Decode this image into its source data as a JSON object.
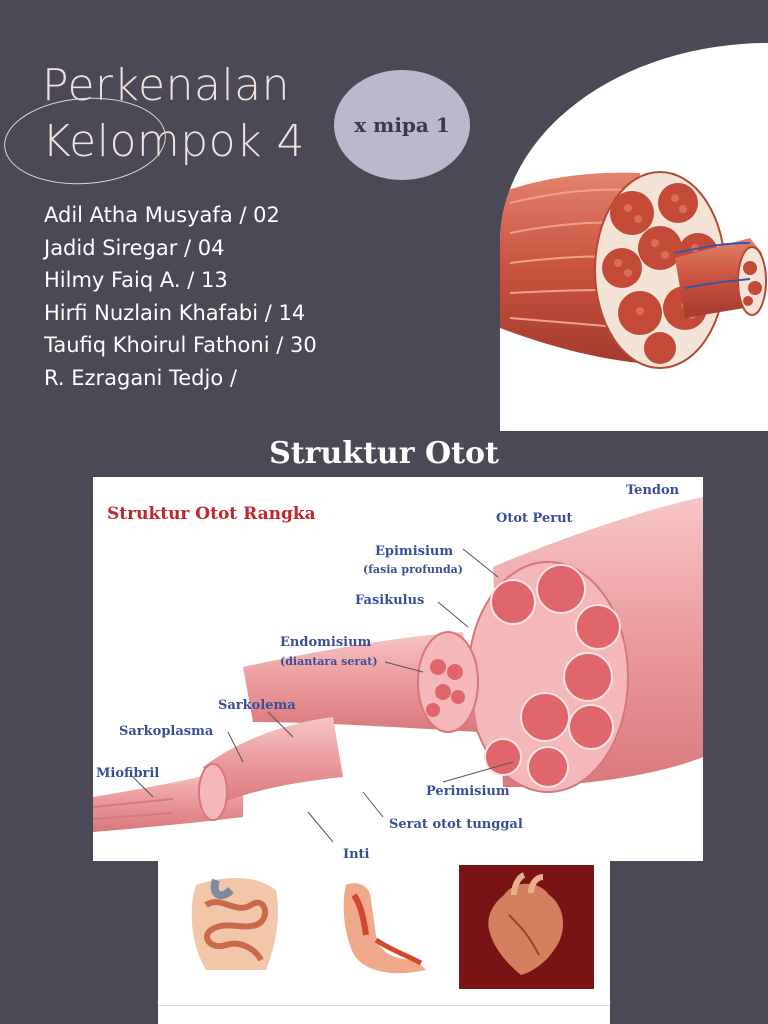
{
  "header": {
    "title_line1": "Perkenalan",
    "title_line2": "Kelompok 4",
    "class_badge": "x mipa 1"
  },
  "members": [
    "Adil Atha Musyafa / 02",
    "Jadid Siregar / 04",
    "Hilmy Faiq A. / 13",
    "Hirfi Nuzlain Khafabi / 14",
    "Taufiq Khoirul Fathoni / 30",
    "R. Ezragani Tedjo /"
  ],
  "section": {
    "title": "Struktur Otot"
  },
  "diagram": {
    "heading": "Struktur Otot Rangka",
    "labels": {
      "tendon": "Tendon",
      "otot_perut": "Otot Perut",
      "epimisium": "Epimisium",
      "fasia": "(fasia profunda)",
      "fasikulus": "Fasikulus",
      "endomisium": "Endomisium",
      "diantara": "(diantara serat)",
      "sarkolema": "Sarkolema",
      "sarkoplasma": "Sarkoplasma",
      "miofibril": "Miofibril",
      "perimisium": "Perimisium",
      "serat": "Serat otot tunggal",
      "inti": "Inti"
    }
  },
  "colors": {
    "background": "#4a4955",
    "title": "#f1e1df",
    "badge": "#b9b8cc",
    "label_blue": "#3a4f97",
    "label_red": "#c0282d"
  },
  "icons": [
    "muscle-bundle-illustration",
    "intestine-illustration",
    "arm-muscle-illustration",
    "heart-illustration"
  ]
}
